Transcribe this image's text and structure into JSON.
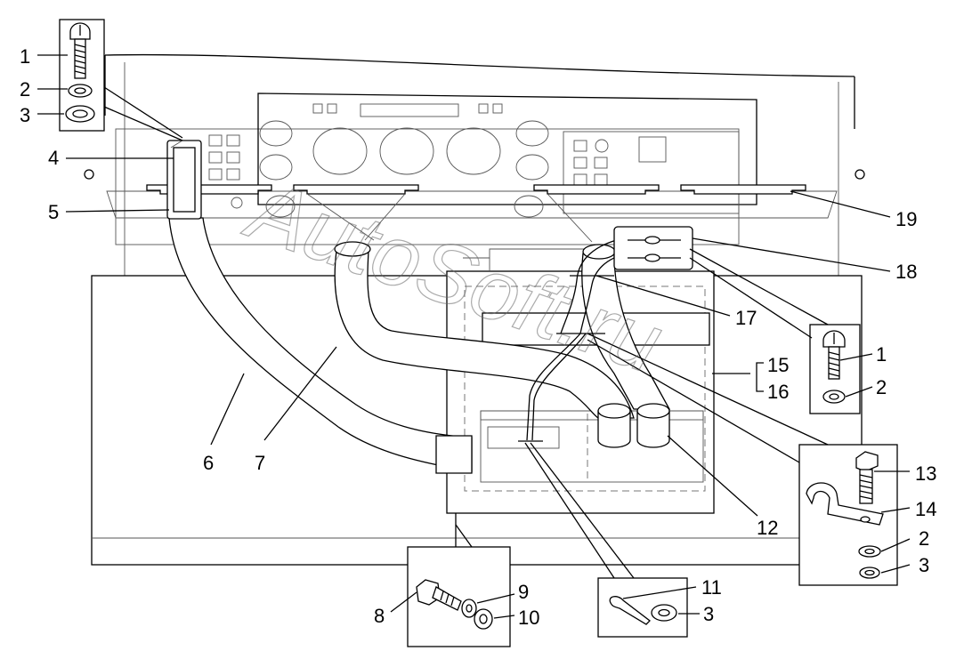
{
  "watermark": "AutoSoft.ru",
  "callouts": [
    {
      "id": "c1a",
      "text": "1"
    },
    {
      "id": "c2a",
      "text": "2"
    },
    {
      "id": "c3a",
      "text": "3"
    },
    {
      "id": "c4",
      "text": "4"
    },
    {
      "id": "c5",
      "text": "5"
    },
    {
      "id": "c6",
      "text": "6"
    },
    {
      "id": "c7",
      "text": "7"
    },
    {
      "id": "c8",
      "text": "8"
    },
    {
      "id": "c9",
      "text": "9"
    },
    {
      "id": "c10",
      "text": "10"
    },
    {
      "id": "c11",
      "text": "11"
    },
    {
      "id": "c3b",
      "text": "3"
    },
    {
      "id": "c12",
      "text": "12"
    },
    {
      "id": "c13",
      "text": "13"
    },
    {
      "id": "c14",
      "text": "14"
    },
    {
      "id": "c2c",
      "text": "2"
    },
    {
      "id": "c3c",
      "text": "3"
    },
    {
      "id": "c1b",
      "text": "1"
    },
    {
      "id": "c2b",
      "text": "2"
    },
    {
      "id": "c15",
      "text": "15"
    },
    {
      "id": "c16",
      "text": "16"
    },
    {
      "id": "c17",
      "text": "17"
    },
    {
      "id": "c18",
      "text": "18"
    },
    {
      "id": "c19",
      "text": "19"
    }
  ]
}
